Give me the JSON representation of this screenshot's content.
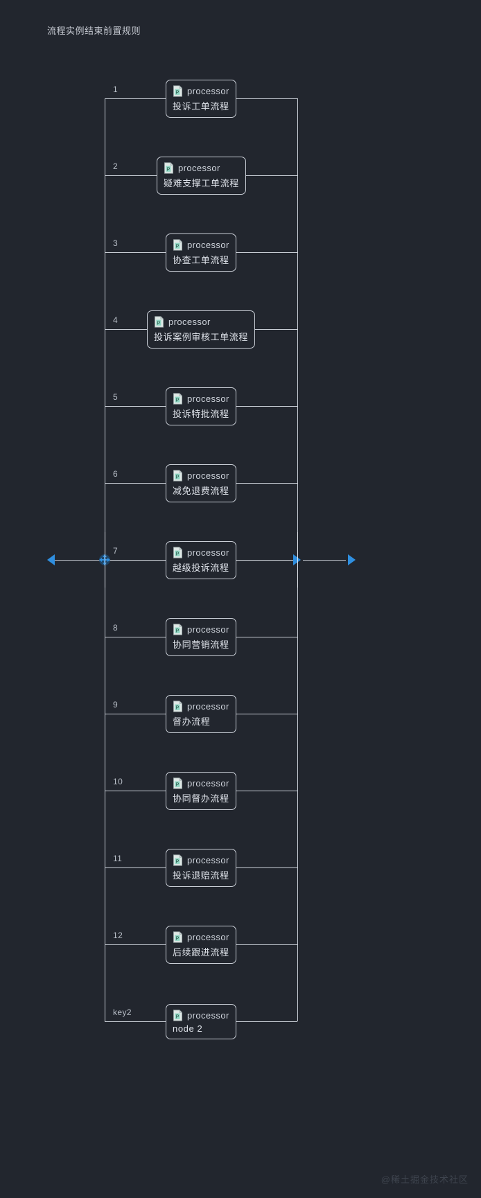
{
  "diagram": {
    "title": "流程实例结束前置规则",
    "node_type_label": "processor",
    "icon_name": "processor-doc-icon",
    "colors": {
      "canvas_background": "#22262e",
      "line": "#c9ced6",
      "text": "#dfe3ea",
      "selection_accent": "#2f8fe0",
      "icon_accent": "#7fd3bd",
      "watermark": "#3e444e"
    },
    "rows": [
      {
        "key": "1",
        "label": "投诉工单流程",
        "type": "processor",
        "selected": false
      },
      {
        "key": "2",
        "label": "疑难支撑工单流程",
        "type": "processor",
        "selected": false
      },
      {
        "key": "3",
        "label": "协查工单流程",
        "type": "processor",
        "selected": false
      },
      {
        "key": "4",
        "label": "投诉案例审核工单流程",
        "type": "processor",
        "selected": false
      },
      {
        "key": "5",
        "label": "投诉特批流程",
        "type": "processor",
        "selected": false
      },
      {
        "key": "6",
        "label": "减免退费流程",
        "type": "processor",
        "selected": false
      },
      {
        "key": "7",
        "label": "越级投诉流程",
        "type": "processor",
        "selected": true
      },
      {
        "key": "8",
        "label": "协同营销流程",
        "type": "processor",
        "selected": false
      },
      {
        "key": "9",
        "label": "督办流程",
        "type": "processor",
        "selected": false
      },
      {
        "key": "10",
        "label": "协同督办流程",
        "type": "processor",
        "selected": false
      },
      {
        "key": "11",
        "label": "投诉退赔流程",
        "type": "processor",
        "selected": false
      },
      {
        "key": "12",
        "label": "后续跟进流程",
        "type": "processor",
        "selected": false
      },
      {
        "key": "key2",
        "label": "node 2",
        "type": "processor",
        "selected": false
      }
    ]
  },
  "watermark": {
    "text": "@稀土掘金技术社区"
  }
}
